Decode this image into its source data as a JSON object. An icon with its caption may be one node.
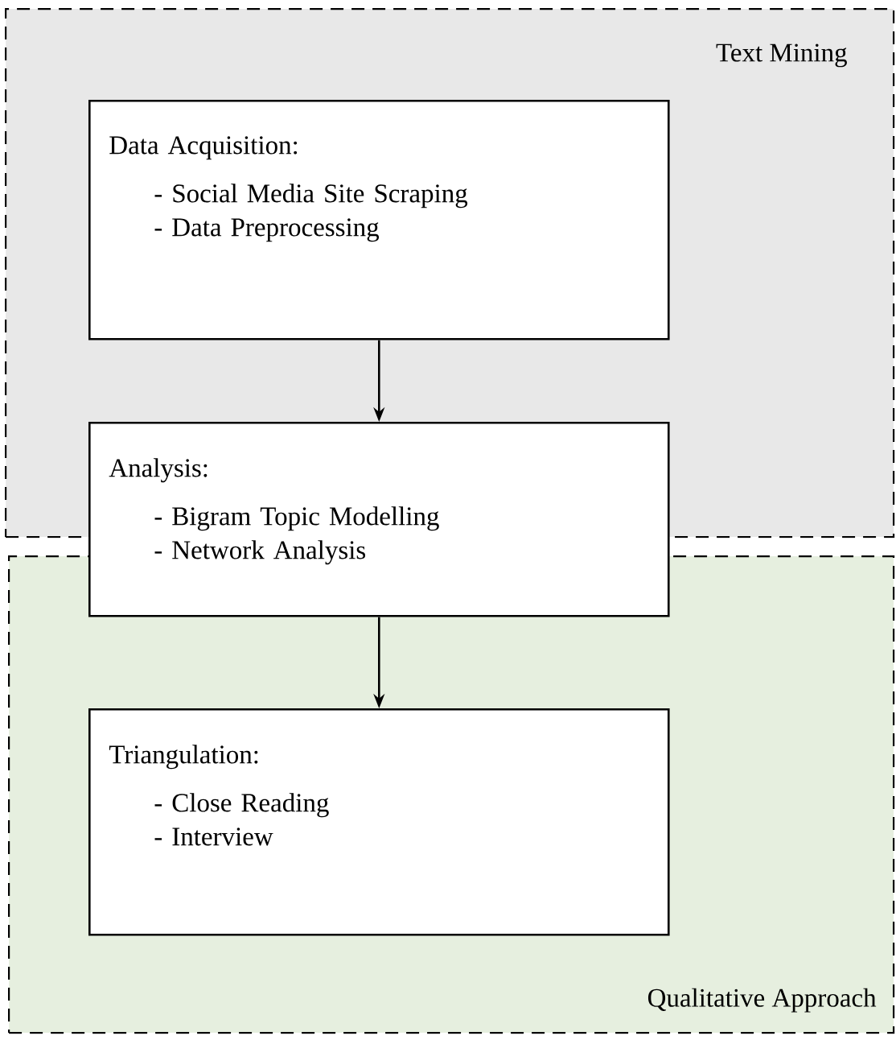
{
  "diagram": {
    "nodes": [
      {
        "text": [
          "Text Mining"
        ]
      },
      {
        "text": [
          "Data Acquisition:",
          "- Social Media Site Scraping",
          "- Data Preprocessing"
        ],
        "in": 0
      },
      {
        "text": [
          "Analysis:",
          "- Bigram Topic Modelling",
          "- Network Analysis"
        ]
      },
      {
        "text": [
          "Qualitative Approach"
        ]
      },
      {
        "text": [
          "Triangulation:",
          "- Close Reading",
          "- Interview"
        ],
        "in": 3
      }
    ],
    "edges": [
      {
        "from": 1,
        "to": 2,
        "arrow": "to"
      },
      {
        "from": 2,
        "to": 4,
        "arrow": "to"
      }
    ]
  }
}
